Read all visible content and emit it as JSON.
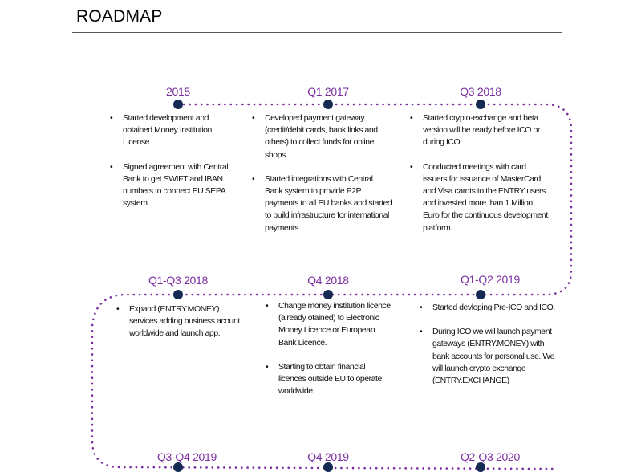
{
  "page": {
    "title": "ROADMAP"
  },
  "colors": {
    "accent": "#7B2FA0",
    "dot": "#142A52",
    "path": "#7B2FA0"
  },
  "milestones": [
    {
      "label": "2015",
      "items": [
        "Started development and obtained Money Institution License",
        "Signed agreement with Central Bank to get SWIFT and IBAN numbers to connect EU SEPA system"
      ]
    },
    {
      "label": "Q1 2017",
      "items": [
        "Developed payment gateway (credit/debit cards, bank links and others) to collect funds for online shops",
        "Started integrations with Central Bank system to provide P2P payments to all EU banks and started to build infrastructure for international payments"
      ]
    },
    {
      "label": "Q3 2018",
      "items": [
        "Started crypto-exchange and beta version will be ready before ICO or during ICO",
        "Conducted meetings with card issuers for issuance of MasterCard and Visa cardts to the ENTRY users and invested more than 1 Million Euro for the continuous development platform."
      ]
    },
    {
      "label": "Q1-Q3 2018",
      "items": [
        "Expand (ENTRY.MONEY) services adding business acount worldwide and launch app."
      ]
    },
    {
      "label": "Q4 2018",
      "items": [
        "Change money institution licence (already otained) to Electronic Money Licence or European Bank Licence.",
        "Starting to obtain financial licences outside EU to operate worldwide"
      ]
    },
    {
      "label": "Q1-Q2 2019",
      "items": [
        "Started devloping Pre-ICO and ICO.",
        "During ICO we will launch payment gateways (ENTRY.MONEY) with bank accounts for personal use. We will launch crypto exchange (ENTRY.EXCHANGE)"
      ]
    },
    {
      "label": "Q3-Q4 2019",
      "items": []
    },
    {
      "label": "Q4 2019",
      "items": []
    },
    {
      "label": "Q2-Q3 2020",
      "items": []
    }
  ]
}
